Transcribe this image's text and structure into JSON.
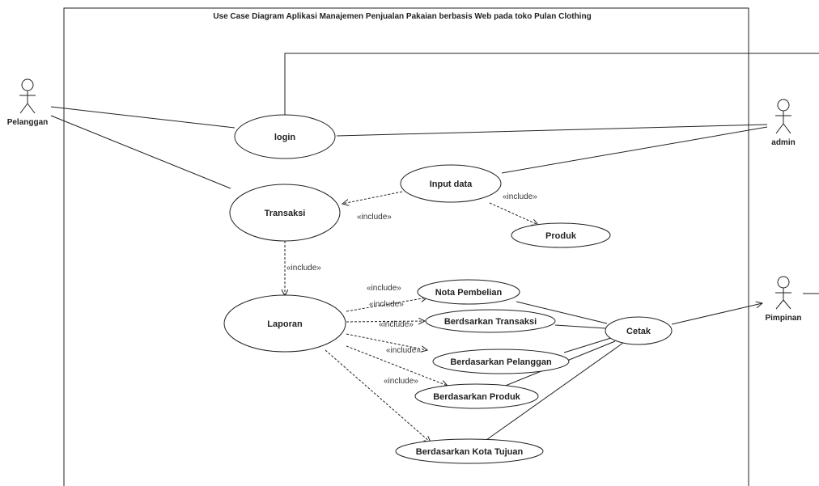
{
  "diagram": {
    "title": "Use Case Diagram Aplikasi Manajemen Penjualan Pakaian berbasis Web pada toko Pulan Clothing",
    "actors": {
      "pelanggan": "Pelanggan",
      "admin": "admin",
      "pimpinan": "Pimpinan"
    },
    "use_cases": {
      "login": "login",
      "transaksi": "Transaksi",
      "input_data": "Input data",
      "produk": "Produk",
      "laporan": "Laporan",
      "nota_pembelian": "Nota Pembelian",
      "berdsarkan_transaksi": "Berdsarkan Transaksi",
      "berdasarkan_pelanggan": "Berdasarkan Pelanggan",
      "berdasarkan_produk": "Berdasarkan Produk",
      "berdasarkan_kota_tujuan": "Berdasarkan Kota Tujuan",
      "cetak": "Cetak"
    },
    "stereotype": "«include»"
  }
}
